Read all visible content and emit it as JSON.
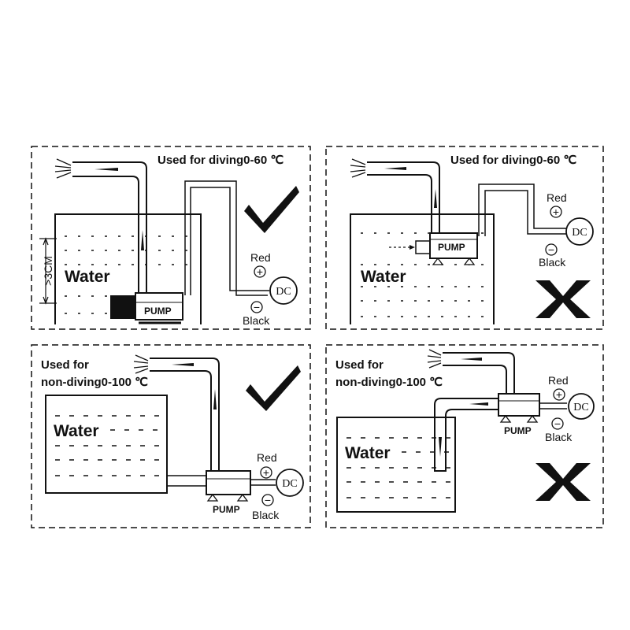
{
  "panels": [
    {
      "id": "p1",
      "title": "Used for diving0-60 ℃",
      "water": "Water",
      "pump": "PUMP",
      "red": "Red",
      "black": "Black",
      "dc": "DC",
      "depth": ">3CM",
      "verdict": "check"
    },
    {
      "id": "p2",
      "title": "Used for diving0-60 ℃",
      "water": "Water",
      "pump": "PUMP",
      "red": "Red",
      "black": "Black",
      "dc": "DC",
      "verdict": "cross"
    },
    {
      "id": "p3",
      "title_line1": "Used for",
      "title_line2": "non-diving0-100 ℃",
      "water": "Water",
      "pump": "PUMP",
      "red": "Red",
      "black": "Black",
      "dc": "DC",
      "verdict": "check"
    },
    {
      "id": "p4",
      "title_line1": "Used for",
      "title_line2": "non-diving0-100 ℃",
      "water": "Water",
      "pump": "PUMP",
      "red": "Red",
      "black": "Black",
      "dc": "DC",
      "verdict": "cross"
    }
  ],
  "plus_symbol": "+",
  "minus_symbol": "−",
  "colors": {
    "ink": "#111111",
    "background": "#ffffff"
  }
}
